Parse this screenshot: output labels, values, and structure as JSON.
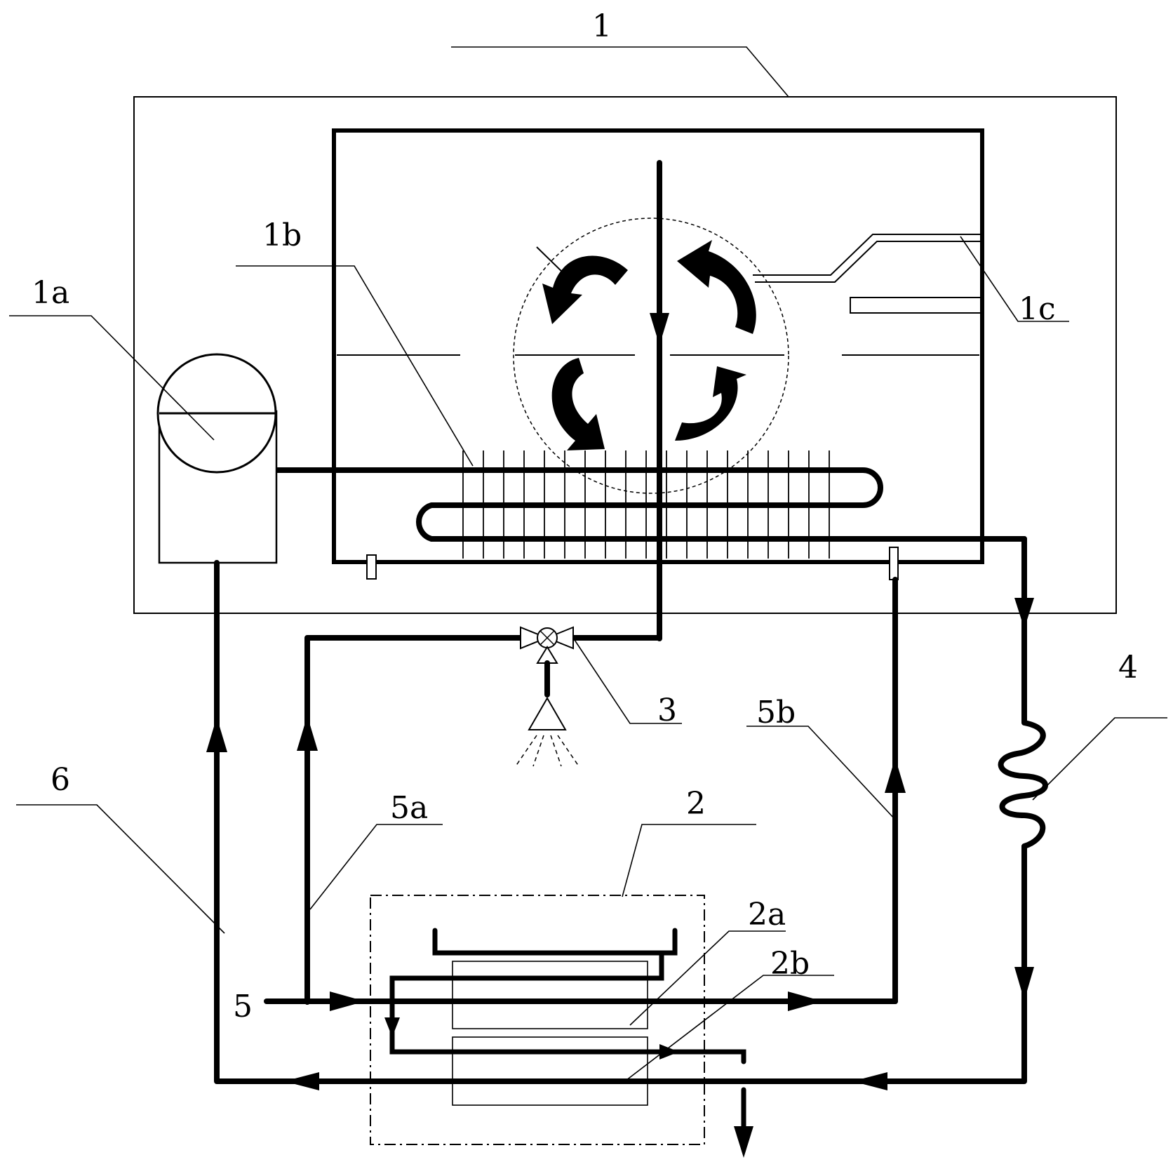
{
  "labels": {
    "unit": "1",
    "compressor": "1a",
    "fin_coil": "1b",
    "duct": "1c",
    "valve": "3",
    "coil": "4",
    "inlet": "5",
    "branch_a": "5a",
    "branch_b": "5b",
    "pipe_6": "6",
    "exchanger": "2",
    "plate_a": "2a",
    "plate_b": "2b"
  }
}
